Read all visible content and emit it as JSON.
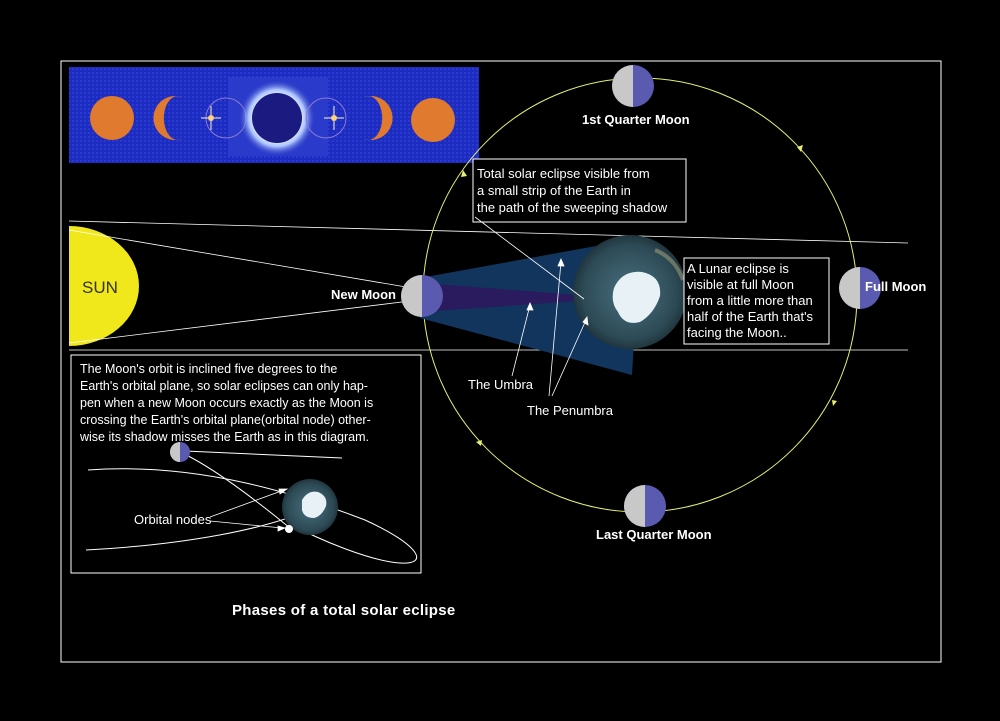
{
  "title": "Phases of a total solar eclipse",
  "sun_label": "SUN",
  "moons": {
    "new": "New Moon",
    "first_quarter": "1st Quarter Moon",
    "full": "Full Moon",
    "last_quarter": "Last Quarter Moon"
  },
  "labels": {
    "umbra": "The Umbra",
    "penumbra": "The Penumbra",
    "orbital_nodes": "Orbital nodes"
  },
  "notes": {
    "solar": [
      "Total solar eclipse visible from",
      "a small strip of the Earth in",
      "the path of the sweeping shadow"
    ],
    "lunar": [
      "A Lunar eclipse is",
      "visible at full Moon",
      "from a little more than",
      "half of the Earth that's",
      "facing the Moon.."
    ],
    "orbit": [
      "The Moon's orbit is inclined five degrees to the",
      "Earth's orbital plane, so solar eclipses can only hap-",
      "pen when a new Moon occurs exactly as the Moon is",
      "crossing the Earth's orbital plane(orbital node) other-",
      "wise its shadow misses the Earth as in this diagram."
    ]
  },
  "colors": {
    "background": "#000000",
    "sun": "#f0e81a",
    "orbit": "#e8f070",
    "penumbra": "#12355e",
    "umbra": "#2a1a5e",
    "phase_orange": "#e07a2e",
    "banner": "#1c2cc0"
  }
}
